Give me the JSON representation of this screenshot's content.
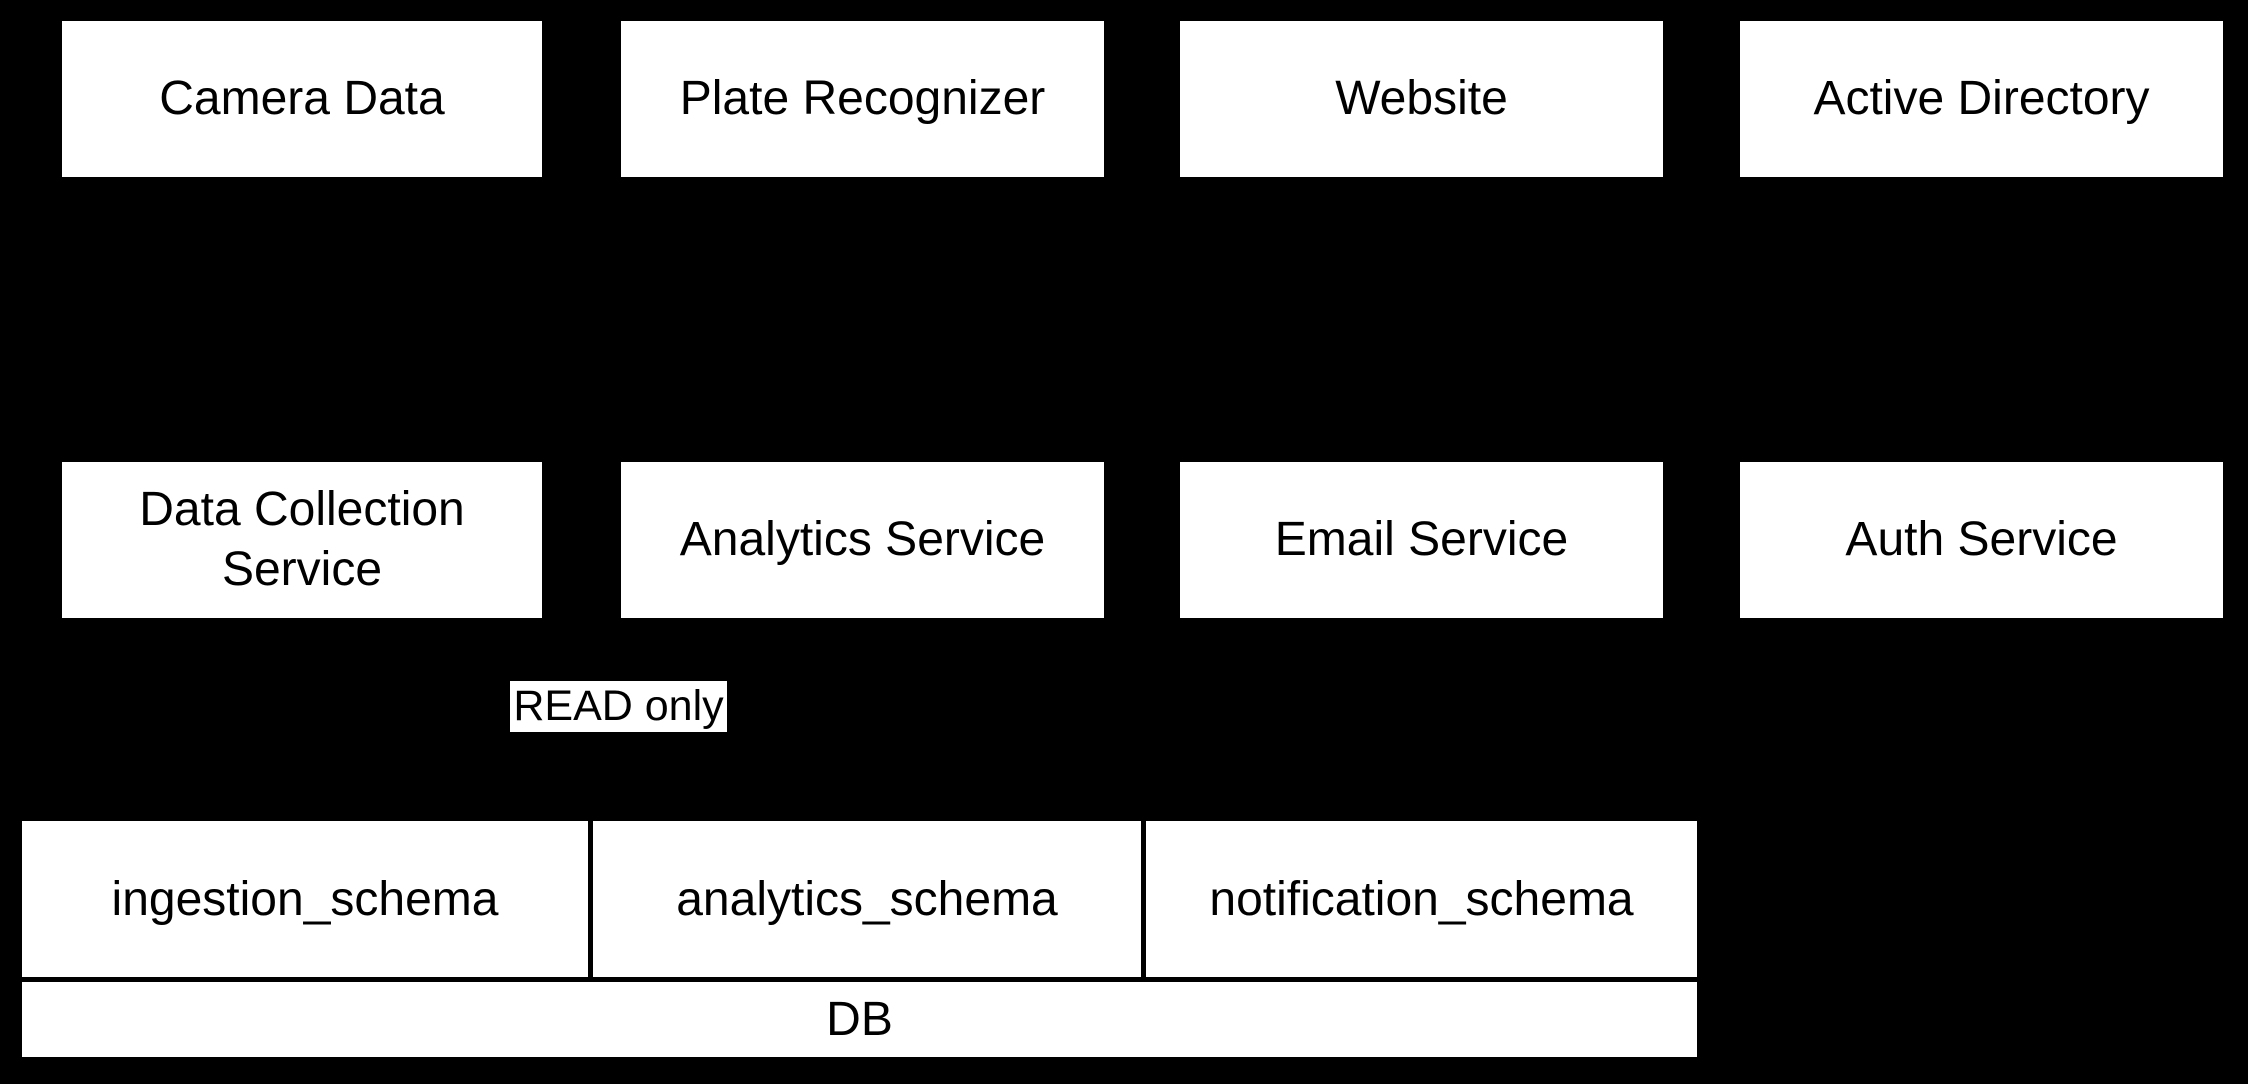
{
  "colors": {
    "background": "#000000",
    "node_fill": "#ffffff",
    "node_text": "#000000",
    "edge_label_bg": "#ffffff"
  },
  "external_systems": [
    {
      "label": "Camera Data"
    },
    {
      "label": "Plate Recognizer"
    },
    {
      "label": "Website"
    },
    {
      "label": "Active Directory"
    }
  ],
  "services": [
    {
      "label": "Data Collection\nService"
    },
    {
      "label": "Analytics Service"
    },
    {
      "label": "Email Service"
    },
    {
      "label": "Auth Service"
    }
  ],
  "edge_label": {
    "label": "READ only"
  },
  "database": {
    "schemas": [
      {
        "label": "ingestion_schema"
      },
      {
        "label": "analytics_schema"
      },
      {
        "label": "notification_schema"
      }
    ],
    "db_label": "DB"
  }
}
